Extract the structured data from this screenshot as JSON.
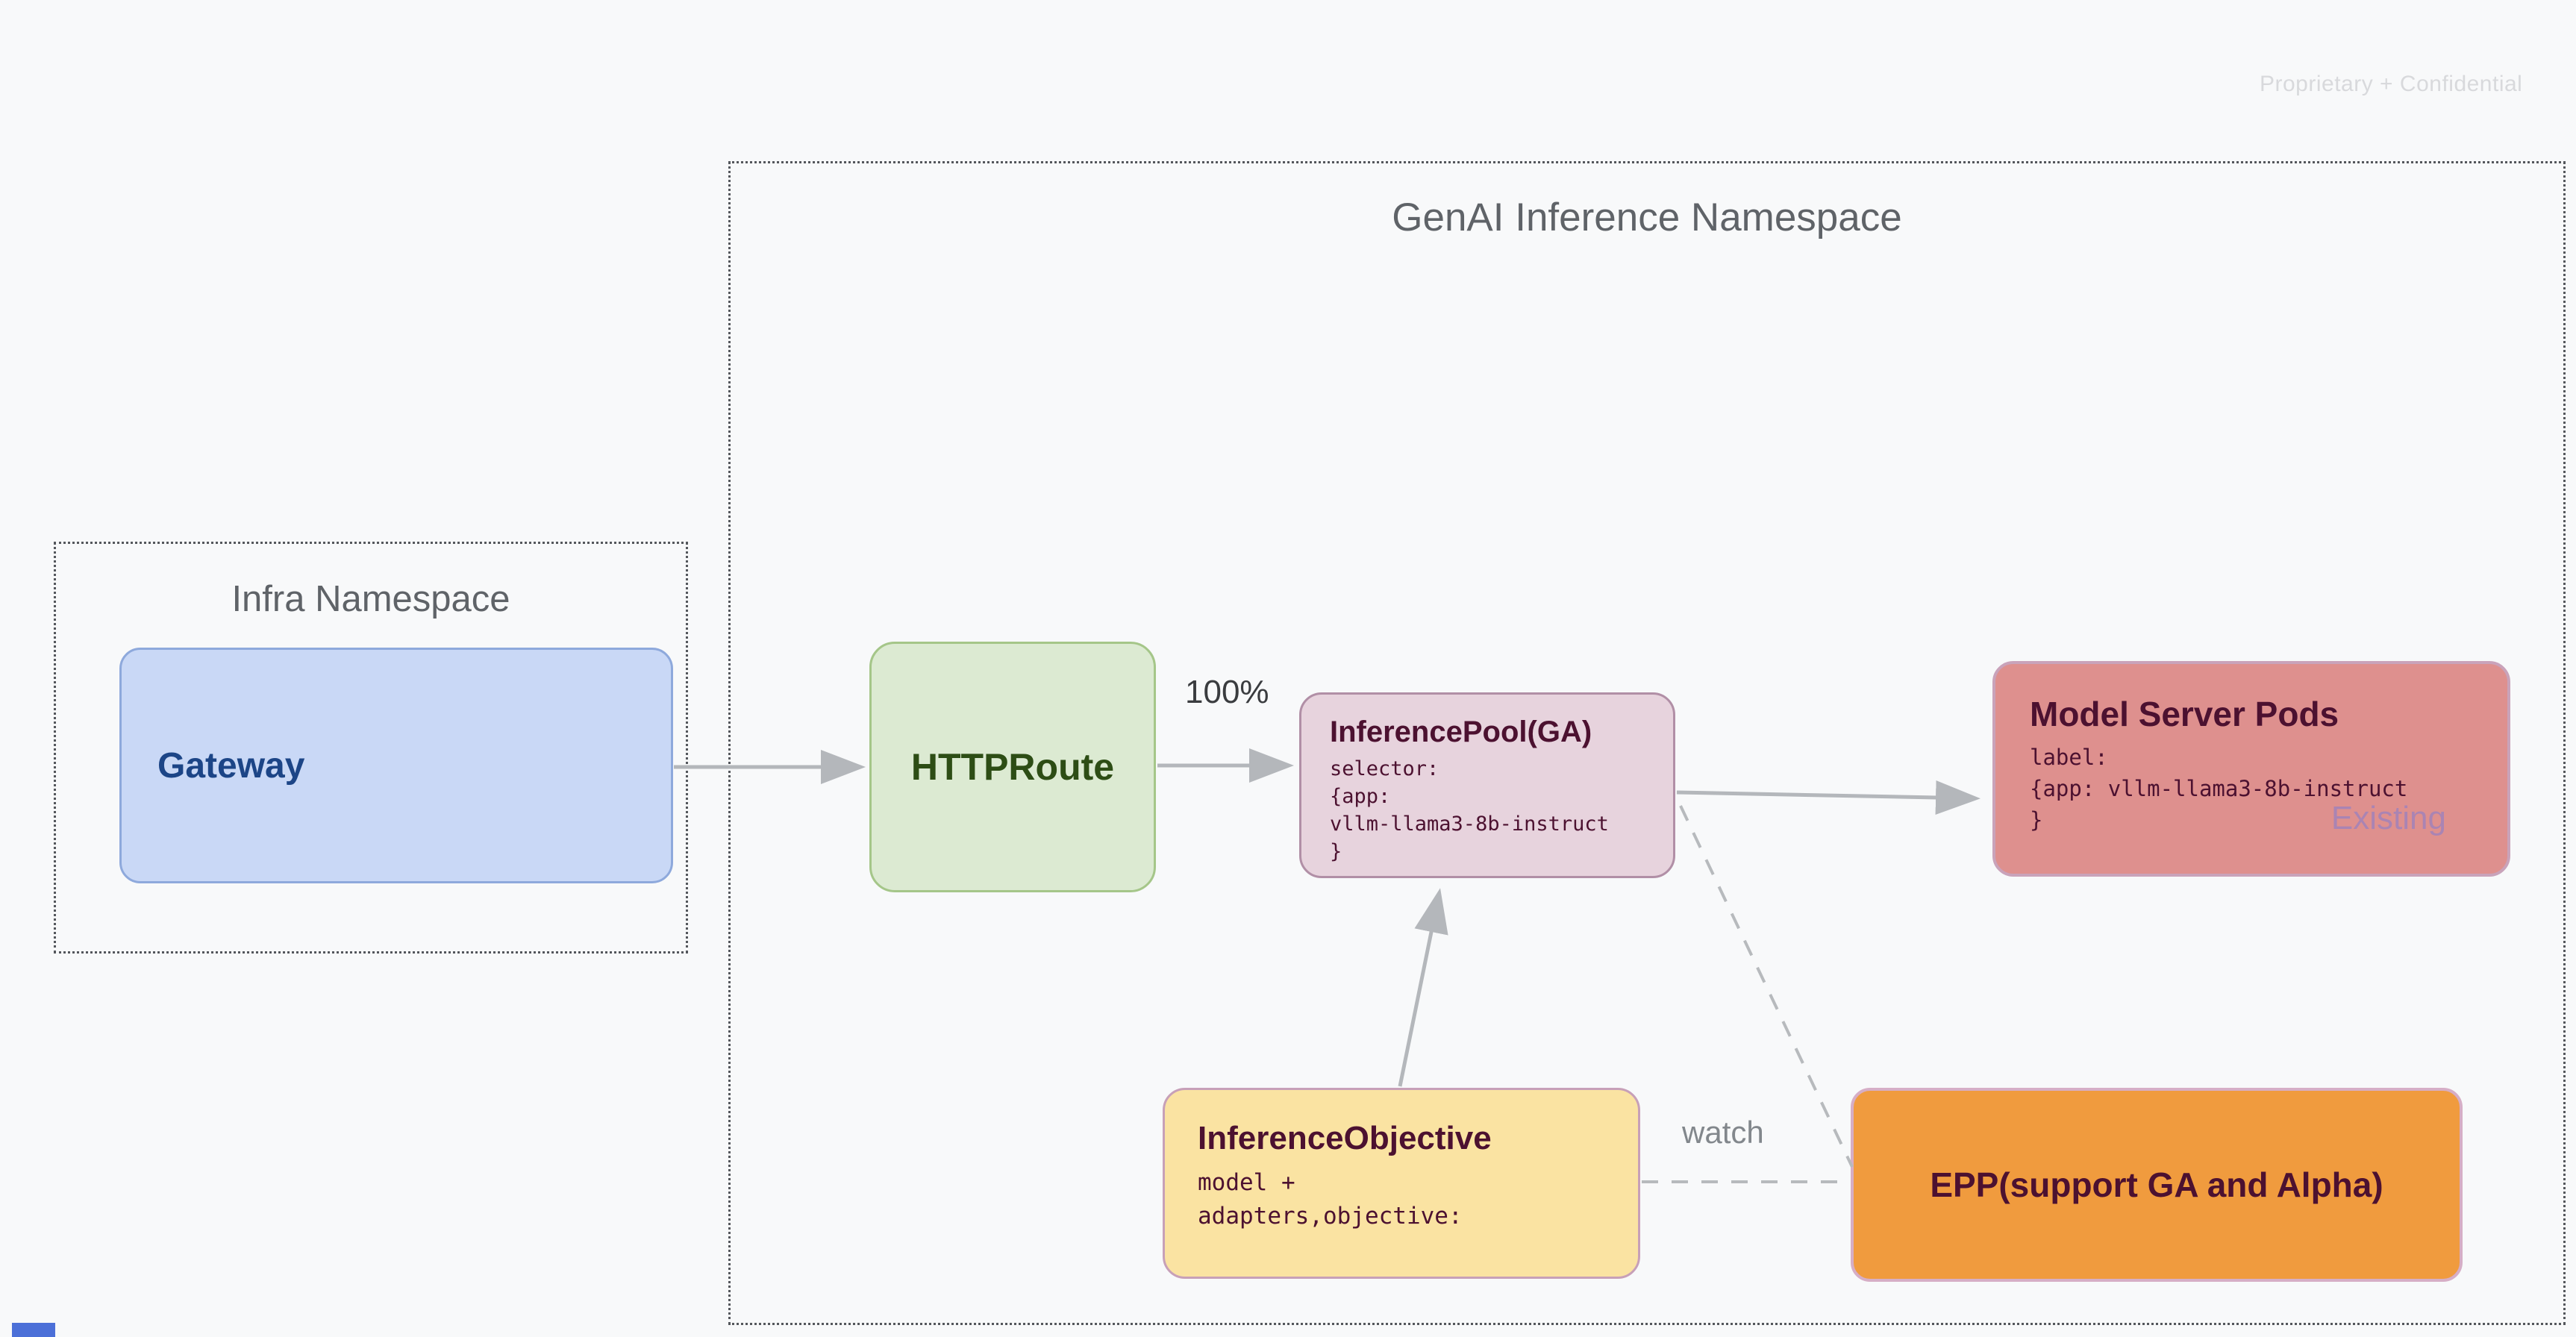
{
  "watermark": "Proprietary + Confidential",
  "infra_namespace": {
    "title": "Infra Namespace"
  },
  "genai_namespace": {
    "title": "GenAI Inference Namespace"
  },
  "gateway": {
    "label": "Gateway"
  },
  "httproute": {
    "label": "HTTPRoute"
  },
  "inference_pool": {
    "title": "InferencePool(GA)",
    "code": [
      "selector:",
      "{app:",
      "vllm-llama3-8b-instruct",
      "}"
    ]
  },
  "model_server_pods": {
    "title": "Model Server Pods",
    "code": [
      "label:",
      "{app: vllm-llama3-8b-instruct",
      "}"
    ],
    "status": "Existing"
  },
  "inference_objective": {
    "title": "InferenceObjective",
    "code": [
      "model +",
      "adapters,objective:"
    ]
  },
  "epp": {
    "label": "EPP(support GA and Alpha)"
  },
  "edge_labels": {
    "httproute_to_pool": "100%",
    "objective_to_epp": "watch"
  },
  "colors": {
    "background": "#f8f9fa",
    "dotted_border": "#54575c",
    "namespace_title": "#5f6368",
    "gateway_fill": "#c9d8f6",
    "gateway_text": "#1c4587",
    "httproute_fill": "#dcead2",
    "httproute_text": "#2d4d15",
    "inference_pool_fill": "#e7d3dd",
    "model_server_fill": "#de908e",
    "inference_objective_fill": "#fae3a2",
    "epp_fill": "#f09b3e",
    "node_dark_text": "#4c1130",
    "existing_text": "#a583b8",
    "connector": "#b4b7bb",
    "watermark": "#d8d9dc",
    "bottom_left_marker": "#4c70d8"
  }
}
